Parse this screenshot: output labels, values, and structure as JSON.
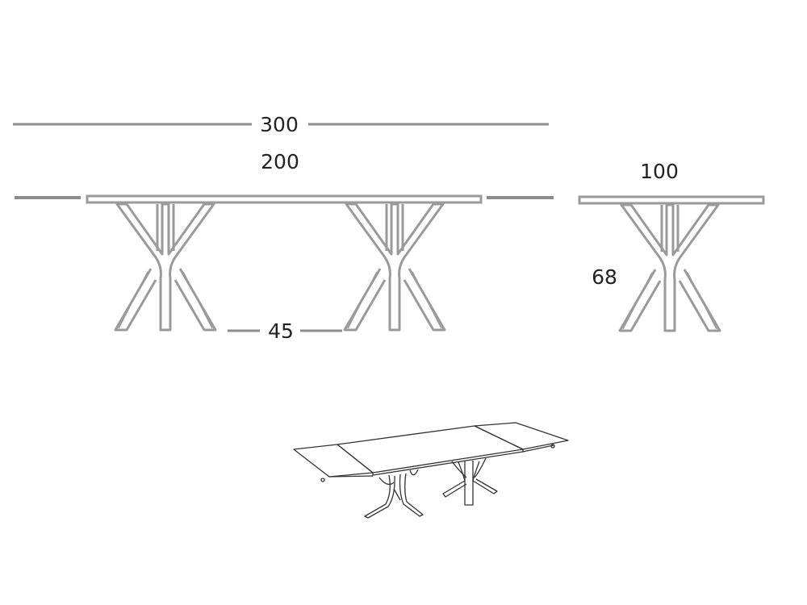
{
  "diagram": {
    "type": "product dimension drawing",
    "subject": "extendable dining table with branching pedestal legs",
    "colors": {
      "outline": "#9a9a9a",
      "dimension_line": "#8c8c8c",
      "label": "#222222",
      "perspective_line": "#333333",
      "background": "#ffffff"
    },
    "units_note": "",
    "dimensions": {
      "extended_length": "300",
      "closed_length": "200",
      "width": "100",
      "height": "68",
      "leg_gap": "45"
    },
    "views": [
      {
        "name": "front-elevation",
        "description": "Front view with extension leaves shown detached at both ends"
      },
      {
        "name": "side-elevation",
        "description": "Side view showing table width"
      },
      {
        "name": "perspective-view",
        "description": "Isometric view with both extensions opened"
      }
    ]
  }
}
